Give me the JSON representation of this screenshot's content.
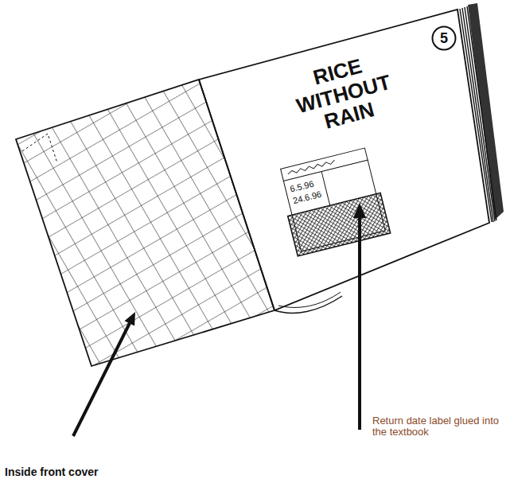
{
  "diagram": {
    "nodes": [
      {
        "text": [
          "5"
        ]
      },
      {
        "text": [
          "6.5.96",
          "24.6.96"
        ]
      }
    ],
    "labels": [
      "RICE WITHOUT RAIN",
      "Return date label glued into the textbook",
      "Inside front cover"
    ]
  }
}
